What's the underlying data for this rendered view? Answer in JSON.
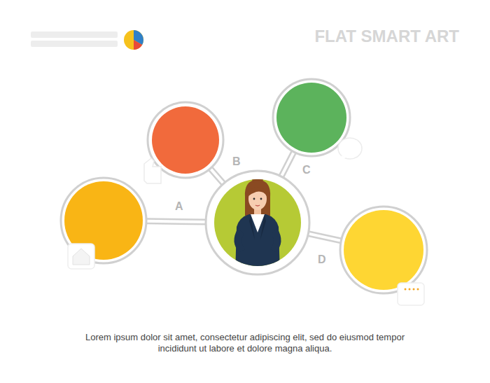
{
  "diagram": {
    "caption": "Lorem ipsum dolor sit amet, consectetur adipiscing elit, sed do eiusmod tempor incididunt ut labore et dolore magna aliqua.",
    "nodes": [
      {
        "text": []
      },
      {
        "text": []
      },
      {
        "text": []
      },
      {
        "text": []
      },
      {
        "text": []
      }
    ],
    "edges": [
      {
        "from": 0,
        "to": 1,
        "arrow": "none",
        "label": "A"
      },
      {
        "from": 0,
        "to": 2,
        "arrow": "none",
        "label": "B"
      },
      {
        "from": 0,
        "to": 3,
        "arrow": "none",
        "label": "C"
      },
      {
        "from": 0,
        "to": 4,
        "arrow": "none",
        "label": "D"
      }
    ],
    "labels": [
      "FLAT SMART ART"
    ]
  }
}
